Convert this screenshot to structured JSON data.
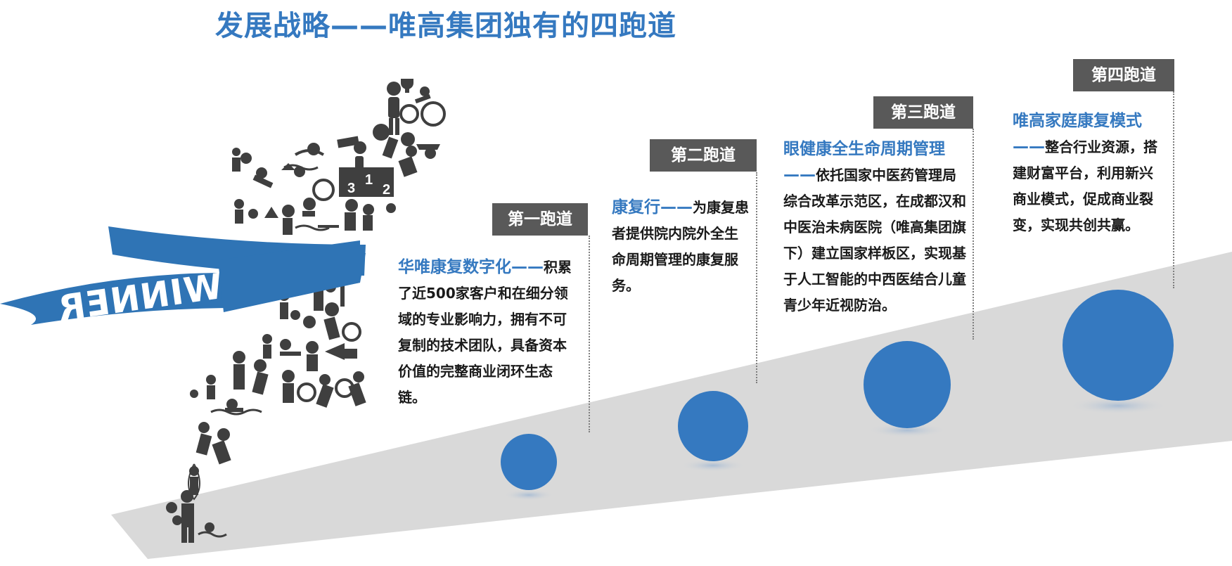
{
  "title": "发展战略——唯高集团独有的四跑道",
  "banner": {
    "text": "WINNER"
  },
  "tracks": [
    {
      "tag": "第一跑道",
      "highlight": "华唯康复数字化——",
      "body": "积累了近500家客户和在细分领域的专业影响力，拥有不可复制的技术团队，具备资本价值的完整商业闭环生态链。"
    },
    {
      "tag": "第二跑道",
      "highlight": "康复行——",
      "body": "为康复患者提供院内院外全生命周期管理的康复服务。"
    },
    {
      "tag": "第三跑道",
      "highlight": "眼健康全生命周期管理——",
      "body": "依托国家中医药管理局综合改革示范区，在成都汉和中医治未病医院（唯高集团旗下）建立国家样板区，实现基于人工智能的中西医结合儿童青少年近视防治。"
    },
    {
      "tag": "第四跑道",
      "highlight": "唯高家庭康复模式——",
      "body": "整合行业资源，搭建财富平台，利用新兴商业模式，促成商业裂变，实现共创共赢。"
    }
  ],
  "colors": {
    "accent": "#3579c0",
    "tag_bg": "#595959",
    "ramp": "#d9d9d9",
    "figure": "#3f3f3f"
  },
  "icons": [
    "runner-figure-icon",
    "winner-ribbon-icon",
    "sports-pictogram-icons"
  ]
}
